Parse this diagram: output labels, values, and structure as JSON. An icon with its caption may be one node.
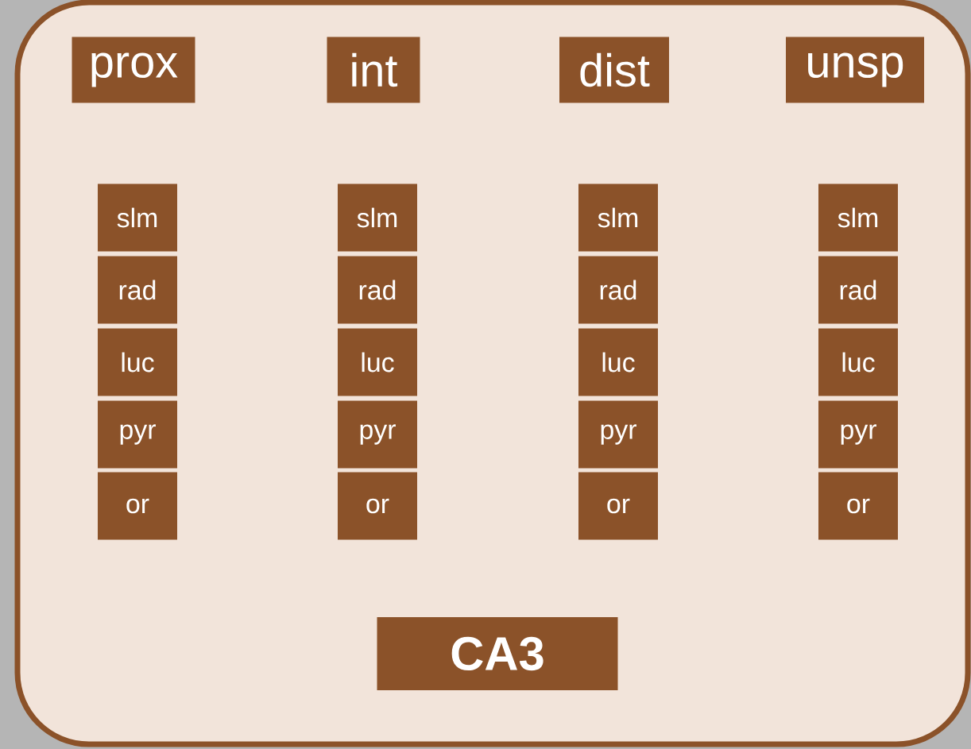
{
  "diagram": {
    "nodes": [
      {
        "text": [],
        "shape": "box"
      },
      {
        "text": [
          "prox"
        ],
        "in": 0
      },
      {
        "text": [
          "int"
        ],
        "in": 0
      },
      {
        "text": [
          "dist"
        ],
        "in": 0
      },
      {
        "text": [
          "unsp"
        ],
        "in": 0
      },
      {
        "text": [
          "slm"
        ],
        "in": 0
      },
      {
        "text": [
          "slm"
        ],
        "in": 0
      },
      {
        "text": [
          "slm"
        ],
        "in": 0
      },
      {
        "text": [
          "slm"
        ],
        "in": 0
      },
      {
        "text": [
          "rad"
        ],
        "in": 0
      },
      {
        "text": [
          "rad"
        ],
        "in": 0
      },
      {
        "text": [
          "rad"
        ],
        "in": 0
      },
      {
        "text": [
          "rad"
        ],
        "in": 0
      },
      {
        "text": [
          "luc"
        ],
        "in": 0
      },
      {
        "text": [
          "luc"
        ],
        "in": 0
      },
      {
        "text": [
          "luc"
        ],
        "in": 0
      },
      {
        "text": [
          "luc"
        ],
        "in": 0
      },
      {
        "text": [
          "pyr"
        ],
        "in": 0
      },
      {
        "text": [
          "pyr"
        ],
        "in": 0
      },
      {
        "text": [
          "pyr"
        ],
        "in": 0
      },
      {
        "text": [
          "pyr"
        ],
        "in": 0
      },
      {
        "text": [
          "or"
        ],
        "in": 0
      },
      {
        "text": [
          "or"
        ],
        "in": 0
      },
      {
        "text": [
          "or"
        ],
        "in": 0
      },
      {
        "text": [
          "or"
        ],
        "in": 0
      },
      {
        "text": [
          "CA3"
        ],
        "in": 0
      }
    ]
  }
}
